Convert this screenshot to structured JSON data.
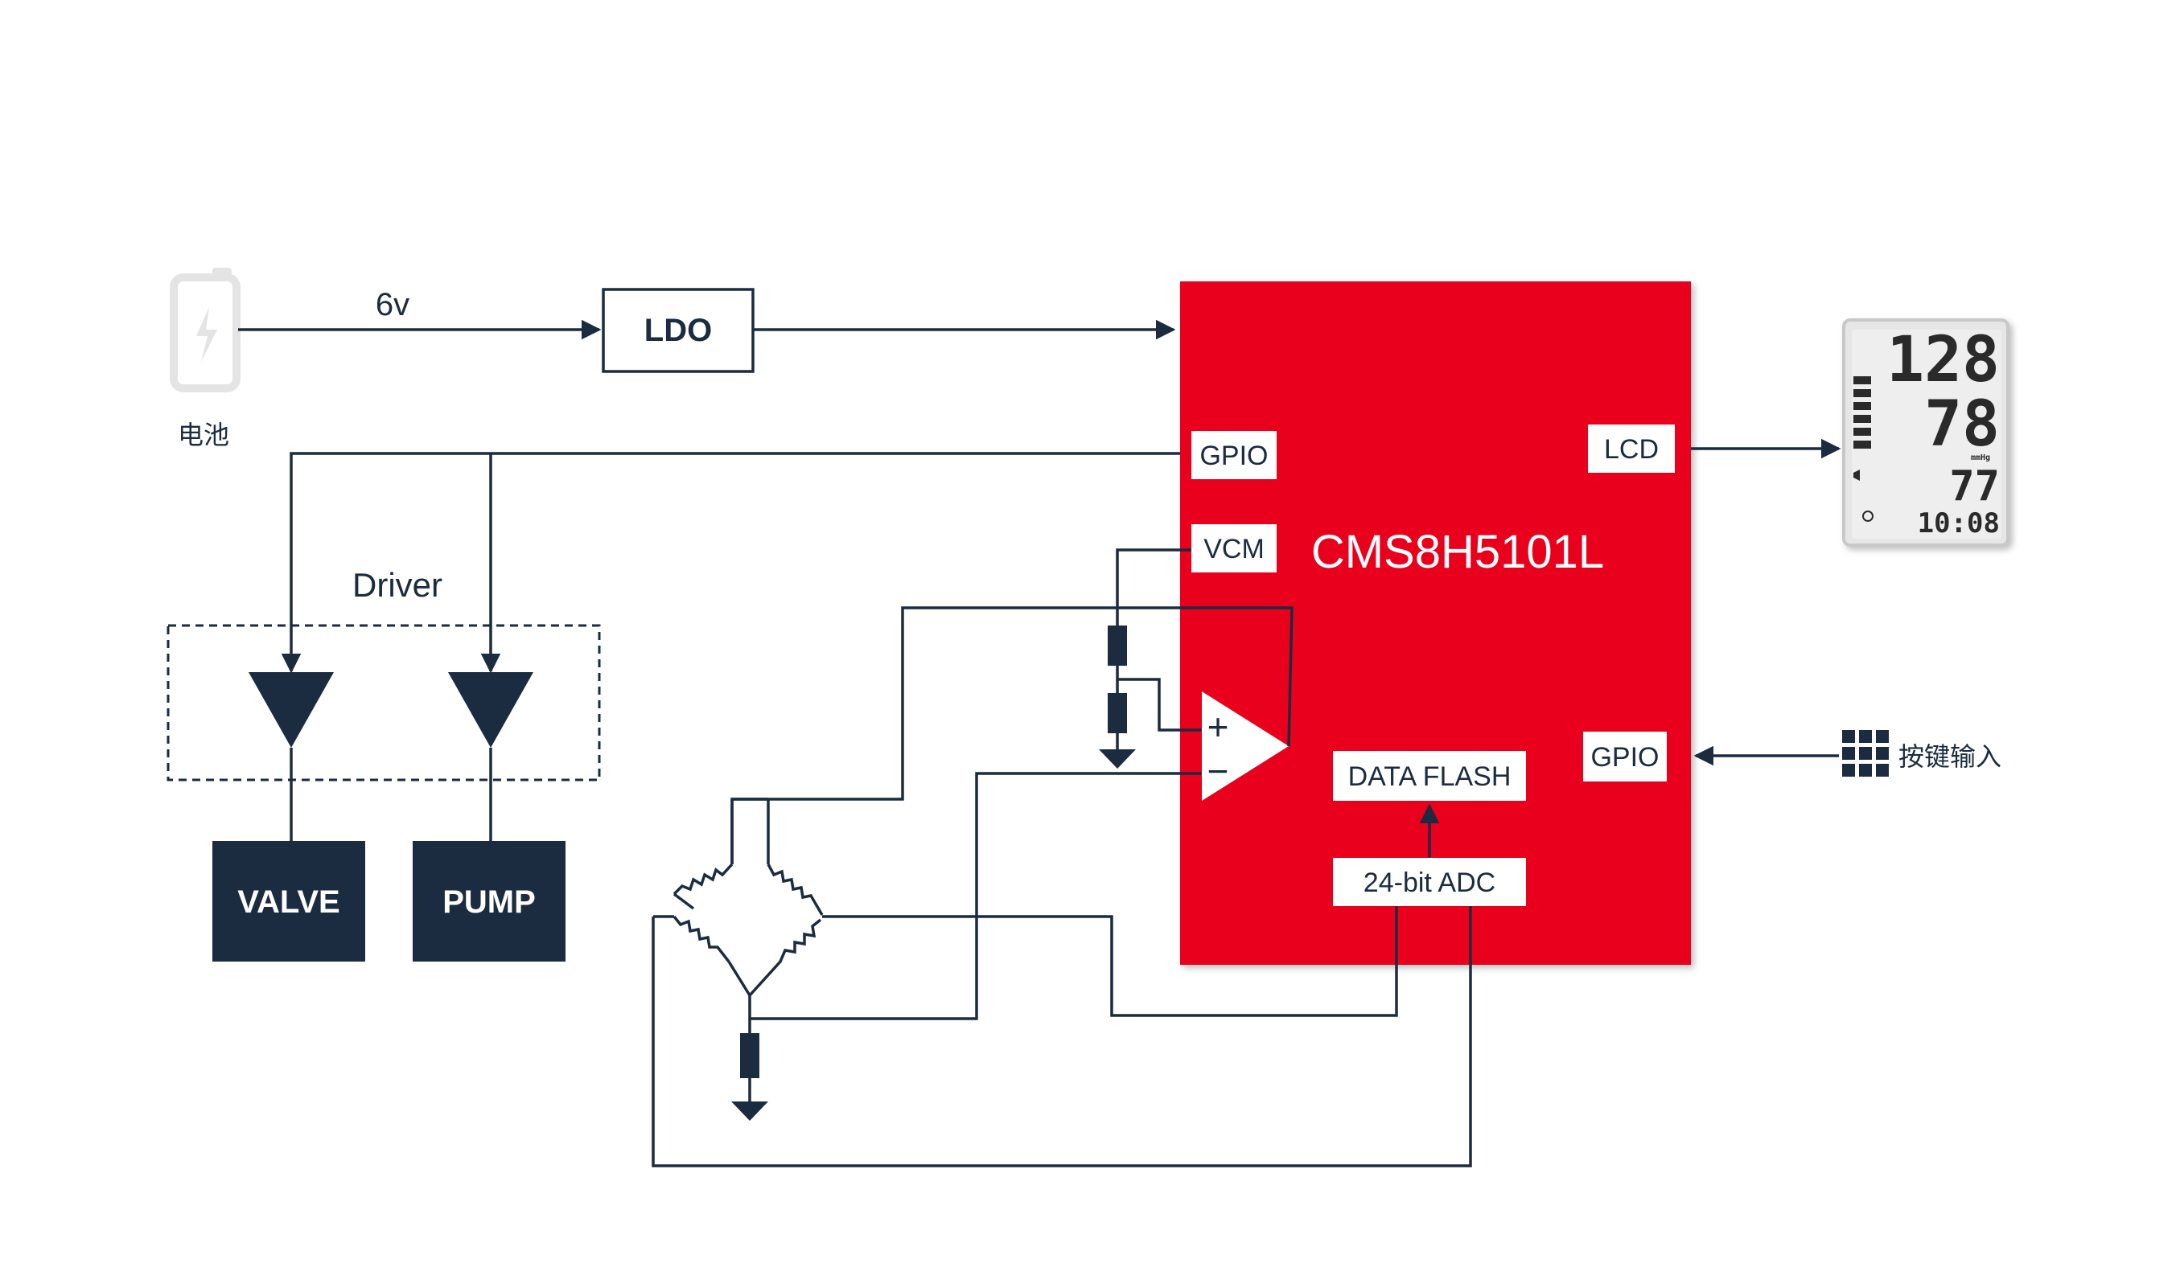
{
  "battery": {
    "label": "电池",
    "voltage_label": "6v"
  },
  "ldo": {
    "label": "LDO"
  },
  "mcu": {
    "name": "CMS8H5101L",
    "color": "#e8001c",
    "pins": {
      "gpio_left": "GPIO",
      "vcm": "VCM",
      "lcd": "LCD",
      "gpio_right": "GPIO",
      "data_flash": "DATA FLASH",
      "adc": "24-bit ADC"
    },
    "opamp": {
      "plus": "+",
      "minus": "−"
    }
  },
  "driver": {
    "label": "Driver"
  },
  "outputs": {
    "valve": "VALVE",
    "pump": "PUMP"
  },
  "display": {
    "systolic": "128",
    "diastolic": "78",
    "pulse": "77",
    "time": "10:08",
    "unit": "mmHg"
  },
  "keypad": {
    "label": "按键输入"
  },
  "colors": {
    "navy": "#1b2b40",
    "red": "#e8001c"
  }
}
